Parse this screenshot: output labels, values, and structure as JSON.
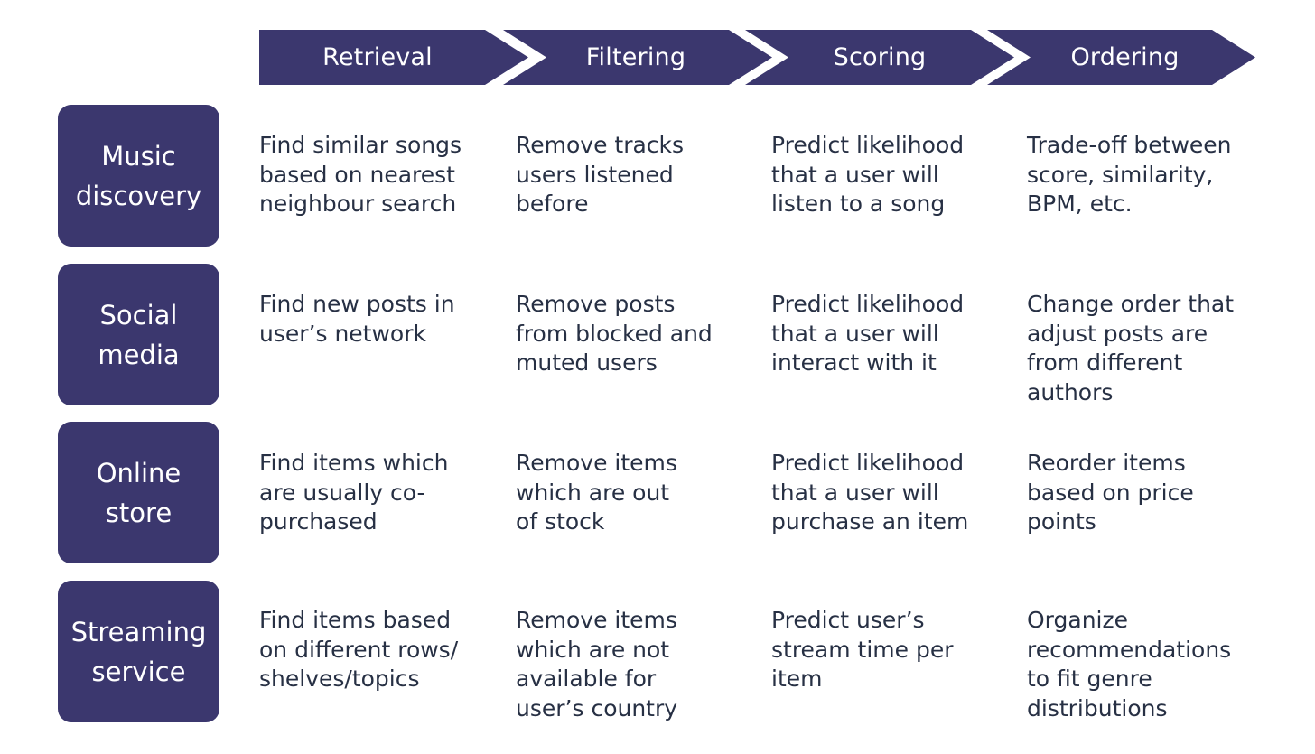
{
  "colors": {
    "accent": "#3b376e",
    "text": "#273044",
    "background": "#ffffff"
  },
  "stages": [
    "Retrieval",
    "Filtering",
    "Scoring",
    "Ordering"
  ],
  "rows": [
    {
      "label": "Music\ndiscovery",
      "cells": [
        "Find similar songs\nbased on nearest\nneighbour search",
        "Remove tracks\nusers listened\nbefore",
        "Predict likelihood\nthat a user will\nlisten to a song",
        "Trade-off between\nscore, similarity,\nBPM, etc."
      ]
    },
    {
      "label": "Social\nmedia",
      "cells": [
        "Find new posts in\nuser’s network",
        "Remove posts\nfrom blocked and\nmuted users",
        "Predict likelihood\nthat a user will\ninteract with it",
        "Change order that\nadjust posts are\nfrom different\nauthors"
      ]
    },
    {
      "label": "Online\nstore",
      "cells": [
        "Find items which\nare usually co-\npurchased",
        "Remove items\nwhich are out\nof stock",
        "Predict likelihood\nthat a user will\npurchase an item",
        "Reorder items\nbased on price\npoints"
      ]
    },
    {
      "label": "Streaming\nservice",
      "cells": [
        "Find items based\non different rows/\nshelves/topics",
        "Remove items\nwhich are not\navailable for\nuser’s country",
        "Predict user’s\nstream time per\nitem",
        "Organize\nrecommendations\nto fit genre\ndistributions"
      ]
    }
  ]
}
